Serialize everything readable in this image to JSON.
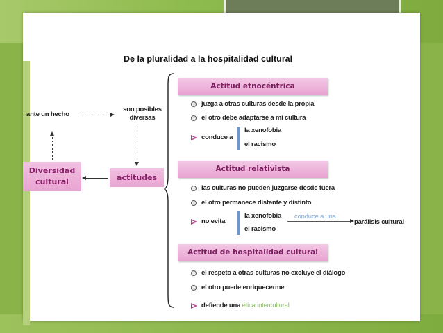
{
  "title": "De la pluralidad a la hospitalidad cultural",
  "left": {
    "ante_un_hecho": "ante un hecho",
    "son_posibles": "son posibles",
    "diversas": "diversas",
    "diversidad_line1": "Diversidad",
    "diversidad_line2": "cultural",
    "actitudes": "actitudes"
  },
  "sections": [
    {
      "heading": "Actitud etnocéntrica",
      "bullets": [
        "juzga a otras culturas desde la propia",
        "el otro debe adaptarse a mi cultura"
      ],
      "result_label": "conduce a",
      "results": [
        "la xenofobia",
        "el racismo"
      ]
    },
    {
      "heading": "Actitud relativista",
      "bullets": [
        "las culturas no pueden juzgarse desde fuera",
        "el otro permanece distante y distinto"
      ],
      "result_label": "no evita",
      "results": [
        "la xenofobia",
        "el racismo"
      ],
      "arrow_label": "conduce a una",
      "arrow_target": "parálisis cultural"
    },
    {
      "heading": "Actitud de hospitalidad cultural",
      "bullets": [
        "el respeto a otras culturas no excluye el diálogo",
        "el otro puede enriquecerme"
      ],
      "result_label": "defiende una",
      "result_highlight": "ética intercultural"
    }
  ],
  "colors": {
    "background": "#8ab34a",
    "box_pink": "#e9a4d2",
    "box_text": "#8a1f6a",
    "bar_blue": "#6f95c9",
    "highlight_green": "#8db86a"
  }
}
